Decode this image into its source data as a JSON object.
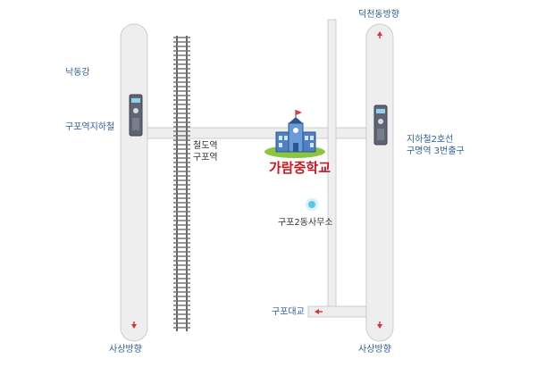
{
  "labels": {
    "nakdonggang": "낙동강",
    "gupo_station_subway": "구포역지하철",
    "rail_station_line1": "철도역",
    "rail_station_line2": "구포역",
    "deokcheon_direction": "덕천동방향",
    "subway_exit_line1": "지하철2호선",
    "subway_exit_line2": "구명역 3번출구",
    "school_name": "가람중학교",
    "office_name": "구포2동사무소",
    "bridge_name": "구포대교",
    "sasang_direction_left": "사상방향",
    "sasang_direction_right": "사상방향"
  },
  "colors": {
    "road": "#eeeeee",
    "road_border": "#cccccc",
    "label_blue": "#2f5d9c",
    "label_dark": "#333333",
    "school_red": "#c8161d",
    "arrow_red": "#d9322f",
    "marker_blue": "#5bc6e8"
  }
}
